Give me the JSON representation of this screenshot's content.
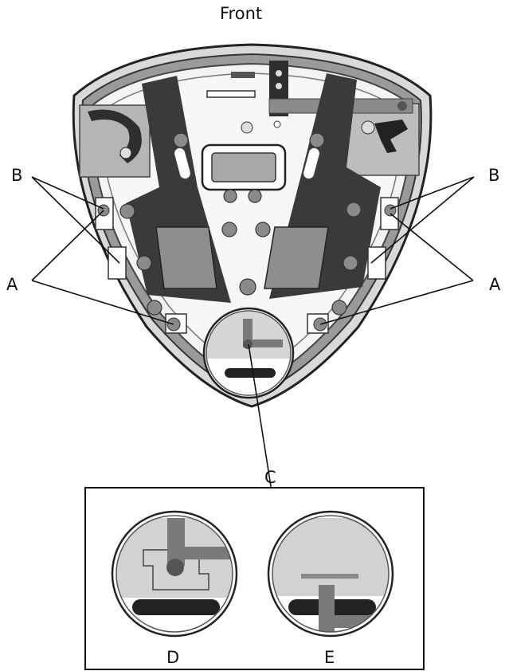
{
  "title": "Front",
  "labels": {
    "a_left": "A",
    "a_right": "A",
    "b_left": "B",
    "b_right": "B",
    "c": "C",
    "d": "D",
    "e": "E"
  },
  "colors": {
    "pad": "#3b3b3b",
    "pad_inner": "#8e8e8e",
    "body": "#f2f2f2",
    "rim": "#bdbdbd",
    "indicator": "#7f7f7f"
  }
}
